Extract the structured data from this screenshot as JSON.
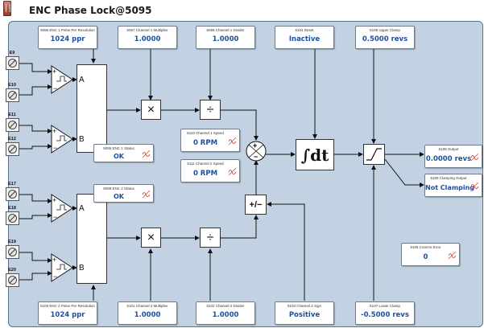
{
  "window": {
    "title": "ENC Phase Lock@5095"
  },
  "terminals": [
    {
      "id": "E9"
    },
    {
      "id": "E10"
    },
    {
      "id": "E11"
    },
    {
      "id": "E12"
    },
    {
      "id": "E17"
    },
    {
      "id": "E18"
    },
    {
      "id": "E19"
    },
    {
      "id": "E20"
    }
  ],
  "decoders": [
    {
      "in_a": "A",
      "in_b": "B"
    },
    {
      "in_a": "A",
      "in_b": "B"
    }
  ],
  "params": {
    "enc1_resolution": {
      "label": "5096 ENC 1 Pulse Per Resolution",
      "value": "1024 ppr"
    },
    "ch1_multiplier": {
      "label": "5097 Channel 1 Multiplier",
      "value": "1.0000"
    },
    "ch1_divider": {
      "label": "5098 Channel 1 Divider",
      "value": "1.0000"
    },
    "reset": {
      "label": "5104 Reset",
      "value": "Inactive"
    },
    "upper_clamp": {
      "label": "5106 Upper Clamp",
      "value": "0.5000 revs"
    },
    "enc2_resolution": {
      "label": "5100 ENC 2 Pulse Per Resolution",
      "value": "1024 ppr"
    },
    "ch2_multiplier": {
      "label": "5101 Channel 2 Multiplier",
      "value": "1.0000"
    },
    "ch2_divider": {
      "label": "5102 Channel 2 Divider",
      "value": "1.0000"
    },
    "ch2_sign": {
      "label": "5103 Channel 2 Sign",
      "value": "Positive"
    },
    "lower_clamp": {
      "label": "5107 Lower Clamp",
      "value": "-0.5000 revs"
    }
  },
  "monitors": {
    "enc1_status": {
      "label": "5095 ENC 1 Status",
      "value": "OK"
    },
    "enc2_status": {
      "label": "5099 ENC 2 Status",
      "value": "OK"
    },
    "ch1_speed": {
      "label": "5110 Channel 1 Speed",
      "value": "0 RPM"
    },
    "ch2_speed": {
      "label": "5111 Channel 2 Speed",
      "value": "0 RPM"
    },
    "output": {
      "label": "5108 Output",
      "value": "0.0000 revs"
    },
    "clamping_output": {
      "label": "5109 Clamping Output",
      "value": "Not Clamping"
    },
    "comms_error": {
      "label": "5105 Comms Error",
      "value": "0"
    }
  },
  "operators": {
    "multiply": "×",
    "divide": "÷",
    "sum_plus": "+",
    "sum_minus": "−",
    "sign_symbol": "+/−",
    "integrator": "∫dt"
  },
  "colors": {
    "panel": "#c2d2e2",
    "value_text": "#1d4fa0",
    "scope_mark": "#c0392b"
  }
}
